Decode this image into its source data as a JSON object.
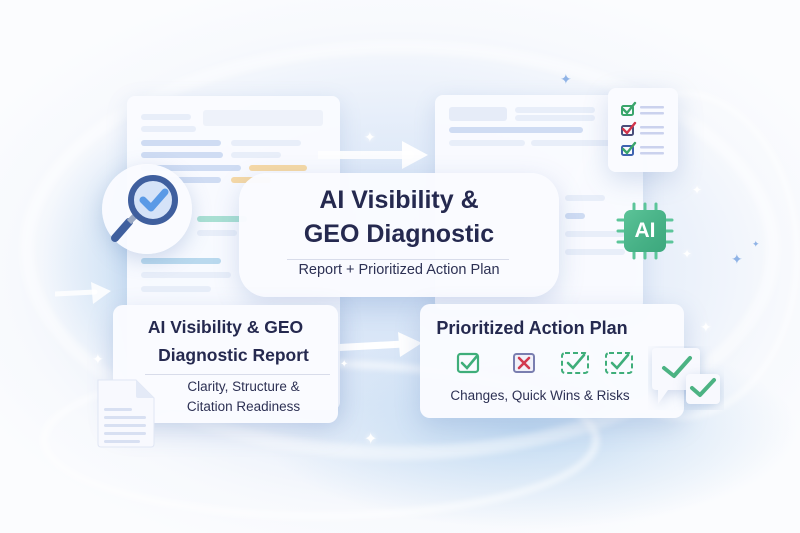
{
  "title_card": {
    "line1": "AI Visibility &",
    "line2": "GEO Diagnostic",
    "subtitle": "Report + Prioritized Action Plan"
  },
  "report_card": {
    "line1": "AI Visibility & GEO",
    "line2": "Diagnostic Report",
    "desc_line1": "Clarity, Structure &",
    "desc_line2": "Citation Readiness"
  },
  "action_card": {
    "title": "Prioritized Action Plan",
    "icons": [
      "check-box",
      "cross-box",
      "dashed-check-box",
      "dashed-check-box"
    ],
    "caption": "Changes, Quick Wins & Risks"
  },
  "ai_chip": {
    "label": "AI"
  },
  "checklist": {
    "items": [
      {
        "state": "checked",
        "color": "#3aa56b"
      },
      {
        "state": "checked",
        "color": "#d2334a"
      },
      {
        "state": "checked",
        "color": "#3f63b0"
      }
    ]
  },
  "colors": {
    "title_text": "#25294f",
    "accent_green": "#3fae7a",
    "accent_red": "#d23a50",
    "accent_blue": "#3f63b0",
    "magnifier": "#3f5f9e",
    "chip_green": "#46b287"
  }
}
